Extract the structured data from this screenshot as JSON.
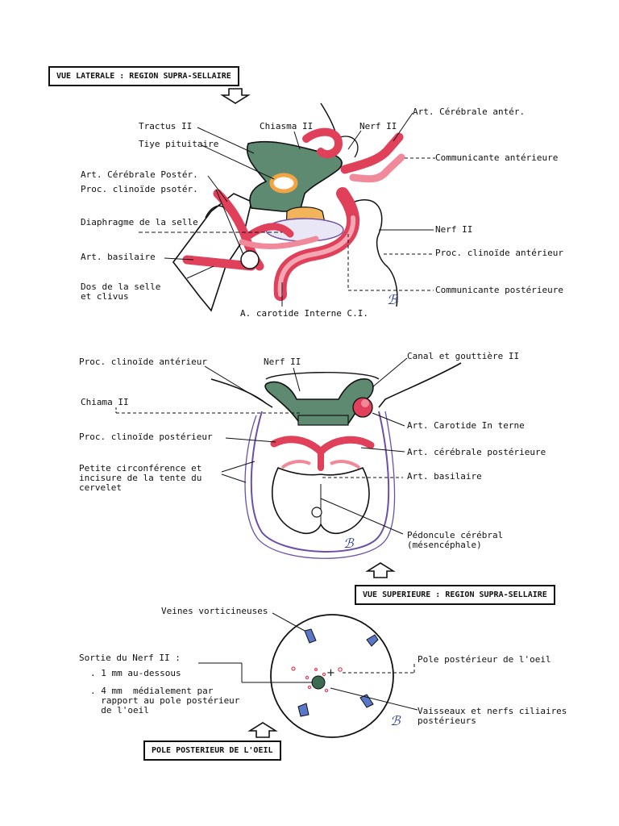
{
  "lateral": {
    "title": "VUE LATERALE : REGION SUPRA-SELLAIRE",
    "labels": {
      "tractus": "Tractus II",
      "chiasma": "Chiasma II",
      "nerf_top": "Nerf II",
      "cerebrale_anter": "Art. Cérébrale antér.",
      "tige": "Tiye pituitaire",
      "communicante_ant": "Communicante antérieure",
      "cerebrale_poster": "Art. Cérébrale Postér.",
      "clinoide_post": "Proc. clinoïde psotér.",
      "diaphragme": "Diaphragme de la selle",
      "nerf_mid": "Nerf II",
      "basilaire": "Art. basilaire",
      "clinoide_ant": "Proc. clinoïde antérieur",
      "dos": "Dos de la selle\net clivus",
      "communicante_post": "Communicante postérieure",
      "carotide": "A. carotide Interne C.I."
    }
  },
  "superior": {
    "title": "VUE SUPERIEURE : REGION SUPRA-SELLAIRE",
    "labels": {
      "clinoide_ant": "Proc. clinoïde antérieur",
      "nerf": "Nerf II",
      "canal": "Canal et gouttière II",
      "chiama": "Chiama II",
      "carotide": "Art. Carotide In terne",
      "clinoide_post": "Proc. clinoïde postérieur",
      "cerebrale_post": "Art. cérébrale postérieure",
      "petite": "Petite circonférence et\nincisure de la tente du\ncervelet",
      "basilaire": "Art. basilaire",
      "pedoncule": "Pédoncule cérébral\n(mésencéphale)"
    }
  },
  "eye": {
    "title": "POLE POSTERIEUR DE L'OEIL",
    "labels": {
      "veines": "Veines vorticineuses",
      "sortie": "Sortie du Nerf II :",
      "mm1": ". 1 mm au-dessous",
      "mm4": ". 4 mm  médialement par\n  rapport au pole postérieur\n  de l'oeil",
      "pole": "Pole postérieur de l'oeil",
      "vaisseaux": "Vaisseaux et nerfs ciliaires\npostérieurs"
    }
  },
  "signature": "ℬ",
  "colors": {
    "chiasma_green": "#5e8a72",
    "artery_red": "#e0405a",
    "artery_pink": "#f08a9a",
    "pituitary_orange": "#f3a443",
    "tent_purple": "#6b4fa8",
    "vein_blue": "#5a78c8"
  }
}
